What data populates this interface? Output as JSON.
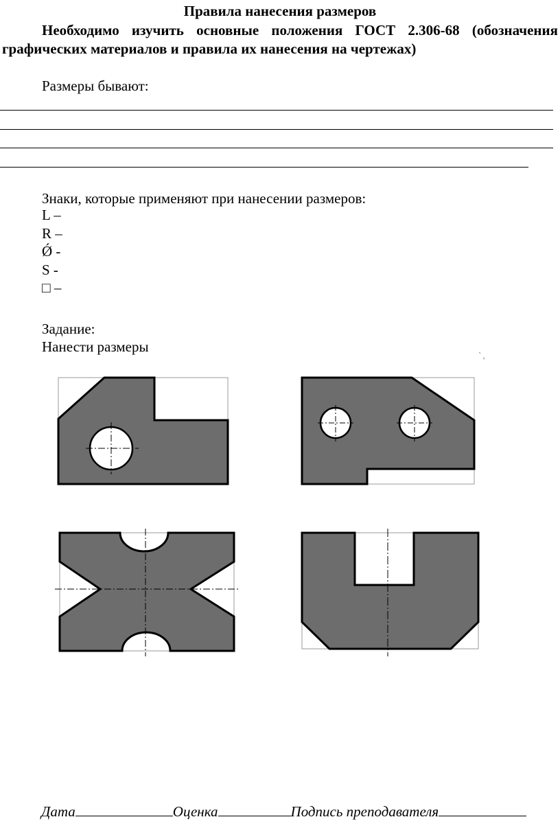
{
  "heading": {
    "title": "Правила нанесения размеров",
    "intro": "Необходимо изучить основные положения ГОСТ 2.306-68 (обозначения графических материалов и правила их нанесения на чертежах)"
  },
  "sizes_label": "Размеры бывают:",
  "signs_label": "Знаки, которые применяют при нанесении размеров:",
  "signs": [
    "L –",
    "R –",
    "Ǿ -",
    "S -",
    "□ –"
  ],
  "task": {
    "label": "Задание:",
    "instruction": "Нанести размеры"
  },
  "stray_mark": "՝ ,",
  "colors": {
    "fill": "#6d6d6d",
    "outline": "#000000",
    "frame": "#999999"
  },
  "footer": {
    "date_label": "Дата",
    "grade_label": "Оценка",
    "signature_label": "Подпись преподавателя"
  }
}
